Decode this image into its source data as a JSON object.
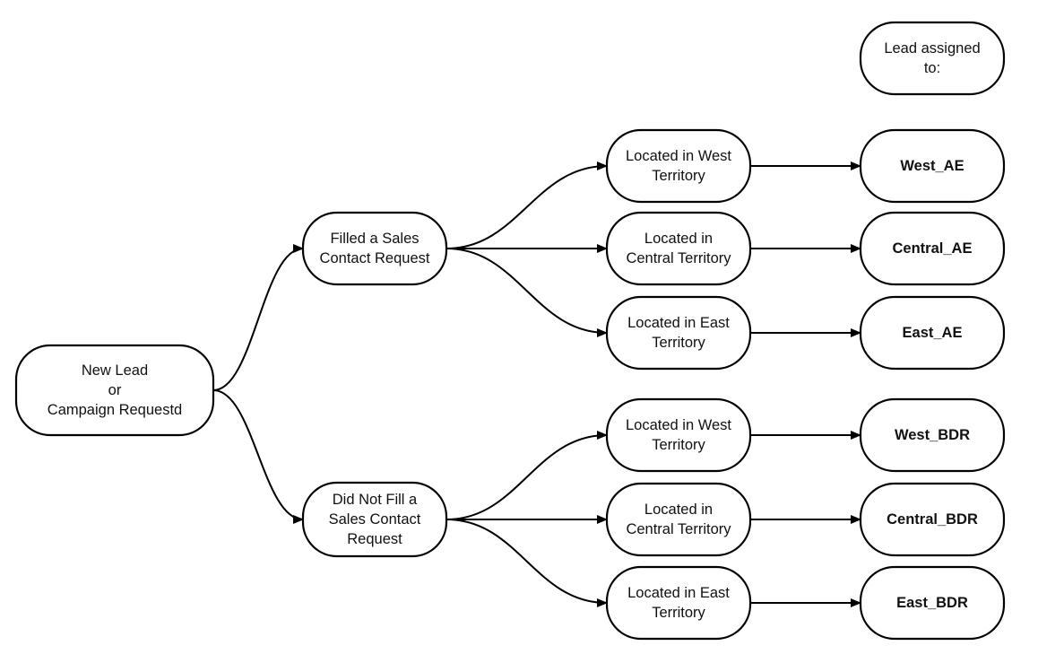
{
  "diagram": {
    "header": {
      "lines": [
        "Lead assigned",
        "to:"
      ]
    },
    "root": {
      "lines": [
        "New Lead",
        "or",
        "Campaign Requestd"
      ]
    },
    "branch_filled": {
      "lines": [
        "Filled a Sales",
        "Contact Request"
      ]
    },
    "branch_not_filled": {
      "lines": [
        "Did Not Fill a",
        "Sales Contact",
        "Request"
      ]
    },
    "filled_west": {
      "lines": [
        "Located in West",
        "Territory"
      ]
    },
    "filled_central": {
      "lines": [
        "Located in",
        "Central Territory"
      ]
    },
    "filled_east": {
      "lines": [
        "Located in East",
        "Territory"
      ]
    },
    "notfilled_west": {
      "lines": [
        "Located in West",
        "Territory"
      ]
    },
    "notfilled_central": {
      "lines": [
        "Located in",
        "Central Territory"
      ]
    },
    "notfilled_east": {
      "lines": [
        "Located in East",
        "Territory"
      ]
    },
    "out_west_ae": {
      "lines": [
        "West_AE"
      ]
    },
    "out_central_ae": {
      "lines": [
        "Central_AE"
      ]
    },
    "out_east_ae": {
      "lines": [
        "East_AE"
      ]
    },
    "out_west_bdr": {
      "lines": [
        "West_BDR"
      ]
    },
    "out_central_bdr": {
      "lines": [
        "Central_BDR"
      ]
    },
    "out_east_bdr": {
      "lines": [
        "East_BDR"
      ]
    },
    "edges": [
      {
        "from": "root",
        "to": "branch_filled"
      },
      {
        "from": "root",
        "to": "branch_not_filled"
      },
      {
        "from": "branch_filled",
        "to": "filled_west"
      },
      {
        "from": "branch_filled",
        "to": "filled_central"
      },
      {
        "from": "branch_filled",
        "to": "filled_east"
      },
      {
        "from": "branch_not_filled",
        "to": "notfilled_west"
      },
      {
        "from": "branch_not_filled",
        "to": "notfilled_central"
      },
      {
        "from": "branch_not_filled",
        "to": "notfilled_east"
      },
      {
        "from": "filled_west",
        "to": "out_west_ae"
      },
      {
        "from": "filled_central",
        "to": "out_central_ae"
      },
      {
        "from": "filled_east",
        "to": "out_east_ae"
      },
      {
        "from": "notfilled_west",
        "to": "out_west_bdr"
      },
      {
        "from": "notfilled_central",
        "to": "out_central_bdr"
      },
      {
        "from": "notfilled_east",
        "to": "out_east_bdr"
      }
    ]
  }
}
